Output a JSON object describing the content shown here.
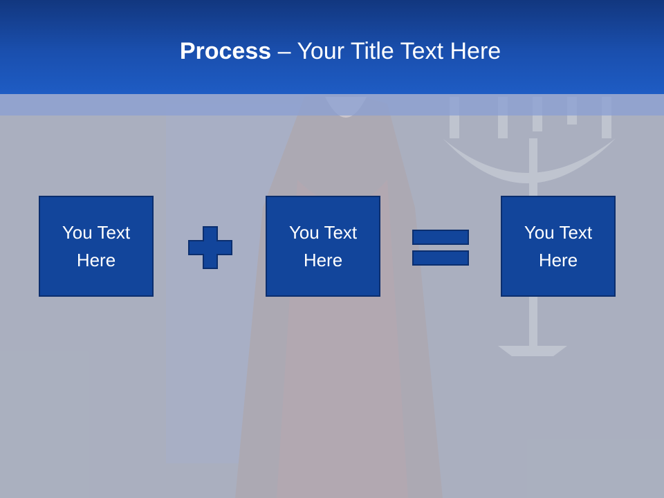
{
  "slide": {
    "title_bold": "Process",
    "title_rest": " – Your Title Text Here"
  },
  "process": {
    "step_1": "You Text Here",
    "step_2": "You Text Here",
    "result": "You Text Here",
    "operator_1": "plus-icon",
    "operator_2": "equals-icon"
  },
  "colors": {
    "header_blue": "#1a4fae",
    "box_fill": "#12459b",
    "box_border": "#0b2e6e",
    "text": "#ffffff"
  }
}
